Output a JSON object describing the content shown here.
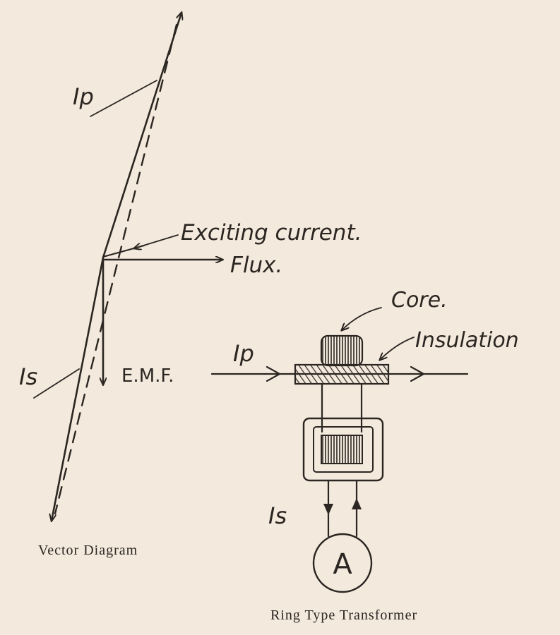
{
  "colors": {
    "paper": "#f3e9dc",
    "ink": "#2b2622"
  },
  "vector_diagram": {
    "label_ip": "Ip",
    "label_is": "Is",
    "label_exciting_current": "Exciting current.",
    "label_flux": "Flux.",
    "label_emf": "E.M.F.",
    "caption": "Vector Diagram"
  },
  "ring_transformer": {
    "label_core": "Core.",
    "label_insulation": "Insulation",
    "label_ip": "Ip",
    "label_is": "Is",
    "ammeter_symbol": "A",
    "caption": "Ring Type Transformer"
  }
}
